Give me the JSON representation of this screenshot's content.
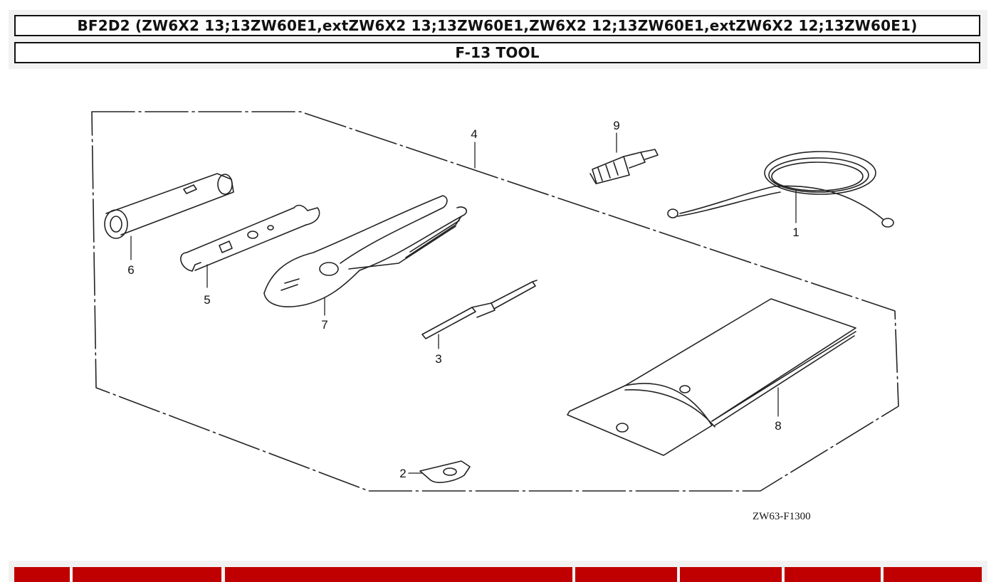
{
  "header": {
    "model_line": "BF2D2 (ZW6X2 13;13ZW60E1,extZW6X2 13;13ZW60E1,ZW6X2 12;13ZW60E1,extZW6X2 12;13ZW60E1)",
    "section_title": "F-13 TOOL"
  },
  "diagram": {
    "callouts": [
      "1",
      "2",
      "3",
      "4",
      "5",
      "6",
      "7",
      "8",
      "9"
    ],
    "figure_code": "ZW63-F1300"
  },
  "parts_table": {
    "header_cells": [
      "",
      "",
      "",
      "",
      "",
      "",
      ""
    ],
    "header_color": "#c00000"
  }
}
